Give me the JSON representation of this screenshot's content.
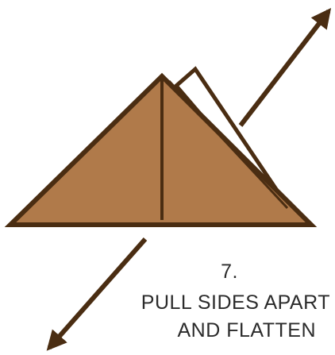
{
  "step": {
    "number": "7.",
    "line1": "PULL SIDES APART",
    "line2": "AND FLATTEN"
  },
  "colors": {
    "paper_fill": "#b07a4a",
    "outline": "#4a2d12",
    "back_flap_fill": "#ffffff",
    "arrow": "#4a2d12",
    "text": "#2b2b2b"
  },
  "icons": {
    "arrow_up_right": "arrow-up-right-icon",
    "arrow_down_left": "arrow-down-left-icon"
  }
}
